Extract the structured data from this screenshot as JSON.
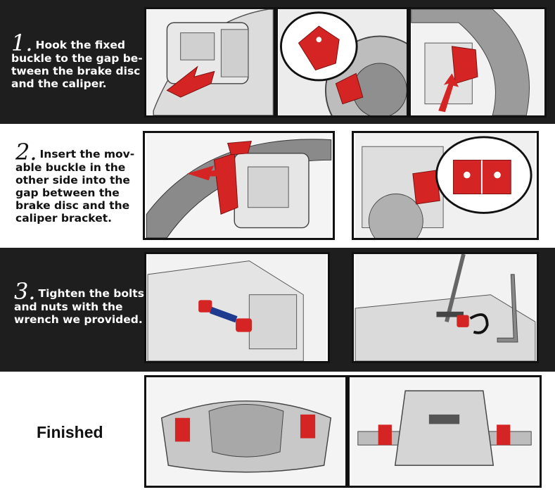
{
  "accent": "#d42424",
  "steps": [
    {
      "number": "1.",
      "lines": [
        "Hook the fixed",
        "buckle to the gap be-",
        "tween the brake disc",
        "and the caliper."
      ]
    },
    {
      "number": "2.",
      "lines": [
        "Insert the mov-",
        "able buckle in the",
        "other side into the",
        "gap between the",
        "brake disc and the",
        "caliper bracket."
      ]
    },
    {
      "number": "3.",
      "lines": [
        "Tighten the bolts",
        "and nuts with the",
        "wrench we provided."
      ]
    }
  ],
  "finished": {
    "label": "Finished"
  }
}
